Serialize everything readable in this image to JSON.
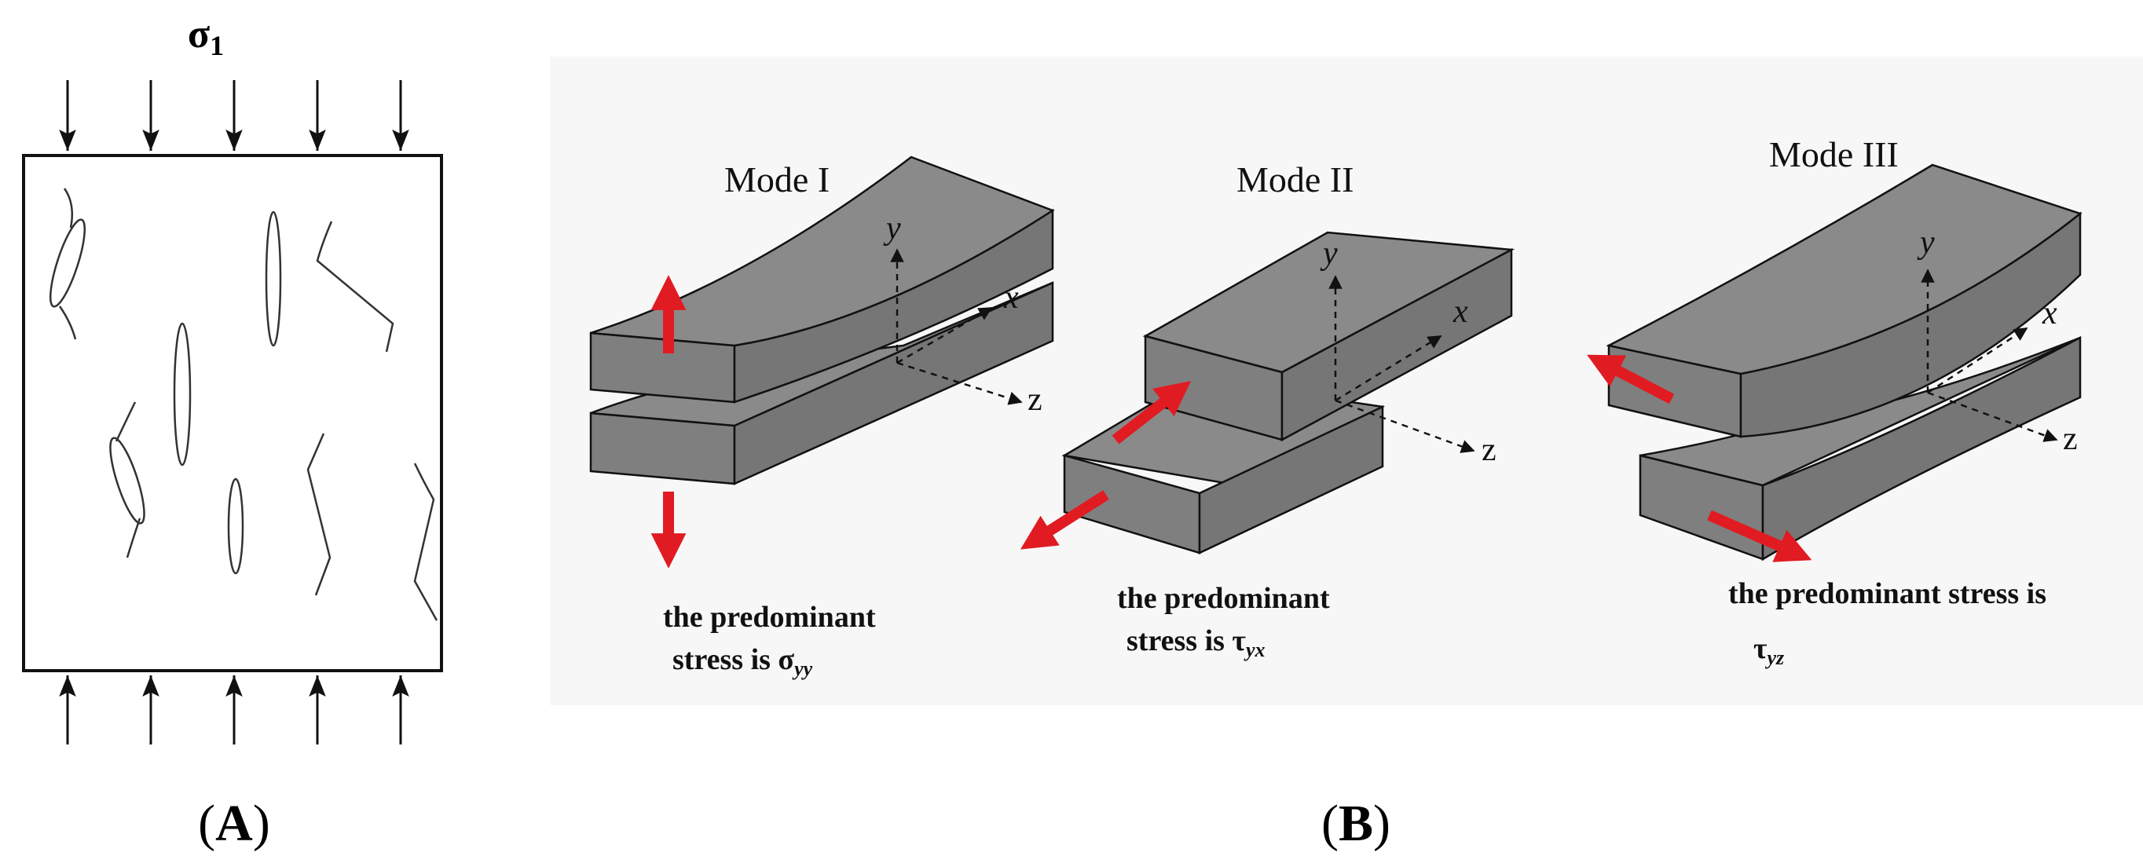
{
  "panel_a": {
    "sigma_symbol": "σ",
    "sigma_subscript": "1",
    "caption_open": "(",
    "caption_letter": "A",
    "caption_close": ")"
  },
  "panel_b": {
    "caption_open": "(",
    "caption_letter": "B",
    "caption_close": ")",
    "modes": [
      {
        "title": "Mode I",
        "caption_line1": "the predominant",
        "caption_line2_prefix": "stress is ",
        "stress_symbol": "σ",
        "stress_subscript": "yy"
      },
      {
        "title": "Mode II",
        "caption_line1": "the predominant",
        "caption_line2_prefix": "stress is ",
        "stress_symbol": "τ",
        "stress_subscript": "yx"
      },
      {
        "title": "Mode III",
        "caption_line1": "the predominant stress is",
        "caption_line2_prefix": "",
        "stress_symbol": "τ",
        "stress_subscript": "yz"
      }
    ],
    "axis_labels": {
      "x": "x",
      "y": "y",
      "z": "z"
    }
  },
  "colors": {
    "block_face": "#7f7f7f",
    "block_top": "#8a8a8a",
    "outline": "#111111",
    "force_arrow": "#e11b22",
    "panel_b_bg": "#f7f7f7"
  }
}
